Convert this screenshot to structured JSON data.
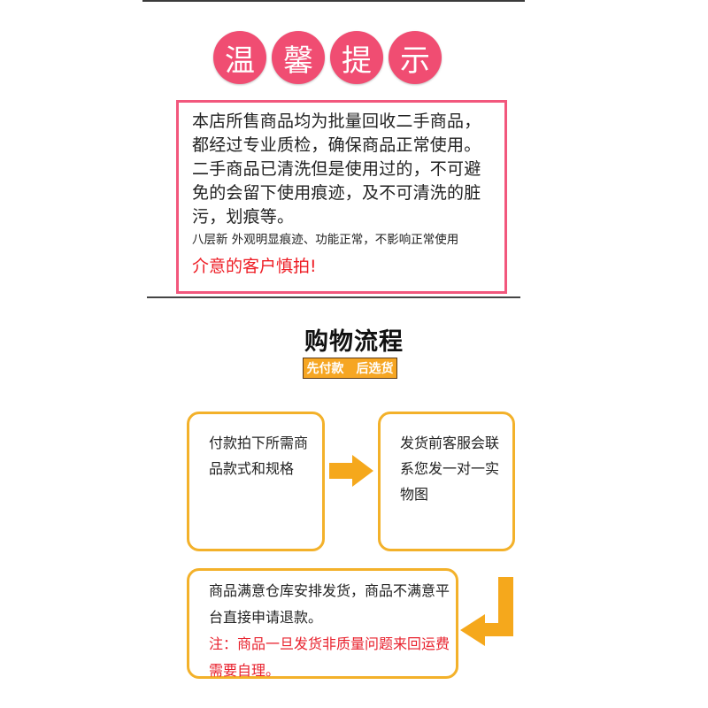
{
  "header": {
    "title_chars": [
      "温",
      "馨",
      "提",
      "示"
    ]
  },
  "notice": {
    "main_text": "本店所售商品均为批量回收二手商品，都经过专业质检，确保商品正常使用。二手商品已清洗但是使用过的，不可避免的会留下使用痕迹，及不可清洗的脏污，划痕等。",
    "condition_text": "八层新 外观明显痕迹、功能正常，不影响正常使用",
    "warning_text": "介意的客户慎拍!"
  },
  "flow": {
    "title": "购物流程",
    "badge_left": "先付款",
    "badge_right": "后选货",
    "steps": [
      {
        "text": "付款拍下所需商品款式和规格"
      },
      {
        "text": "发货前客服会联系您发一对一实物图"
      },
      {
        "text": "商品满意仓库安排发货，商品不满意平台直接申请退款。",
        "note": "注：商品一旦发货非质量问题来回运费需要自理。"
      }
    ]
  },
  "colors": {
    "circle_pink": "#f04d72",
    "notice_border": "#f2577d",
    "warning_red": "#ee1c24",
    "flow_orange": "#f3b12a",
    "badge_orange": "#f6a623"
  }
}
